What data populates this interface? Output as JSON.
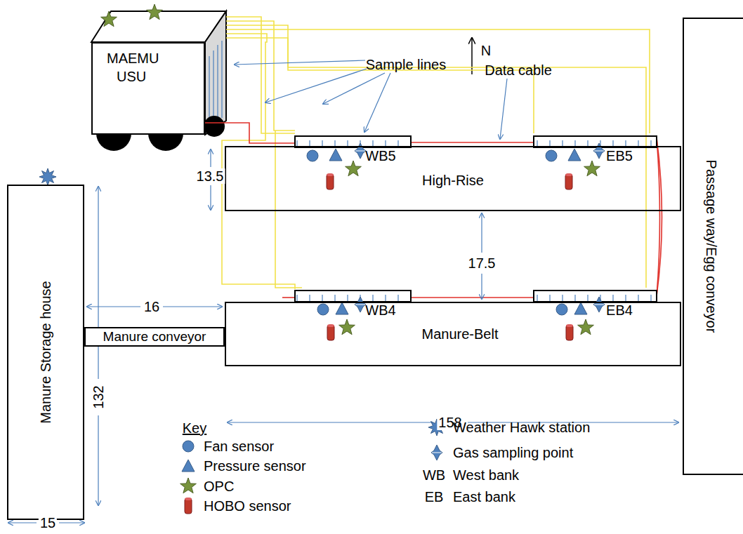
{
  "diagram": {
    "nodes": [
      {
        "text": [
          "MAEMU",
          "USU"
        ]
      },
      {
        "text": [
          "High-Rise"
        ]
      },
      {
        "text": [
          "Manure-Belt"
        ]
      },
      {
        "text": [
          "Manure Storage house"
        ]
      },
      {
        "text": [
          "Manure conveyor"
        ]
      },
      {
        "text": [
          "Passage way/Egg conveyor"
        ]
      }
    ],
    "labels": [
      "N",
      "Sample lines",
      "Data cable",
      "13.5",
      "WB5",
      "EB5",
      "17.5",
      "WB4",
      "EB4",
      "16",
      "132",
      "158",
      "15",
      "Key",
      "WB",
      "EB"
    ],
    "legend": [
      {
        "text": "Fan sensor"
      },
      {
        "text": "Pressure sensor"
      },
      {
        "text": "OPC"
      },
      {
        "text": "HOBO sensor"
      },
      {
        "text": "Weather Hawk station"
      },
      {
        "text": "Gas sampling point"
      },
      {
        "text": "West bank"
      },
      {
        "text": "East bank"
      }
    ]
  }
}
